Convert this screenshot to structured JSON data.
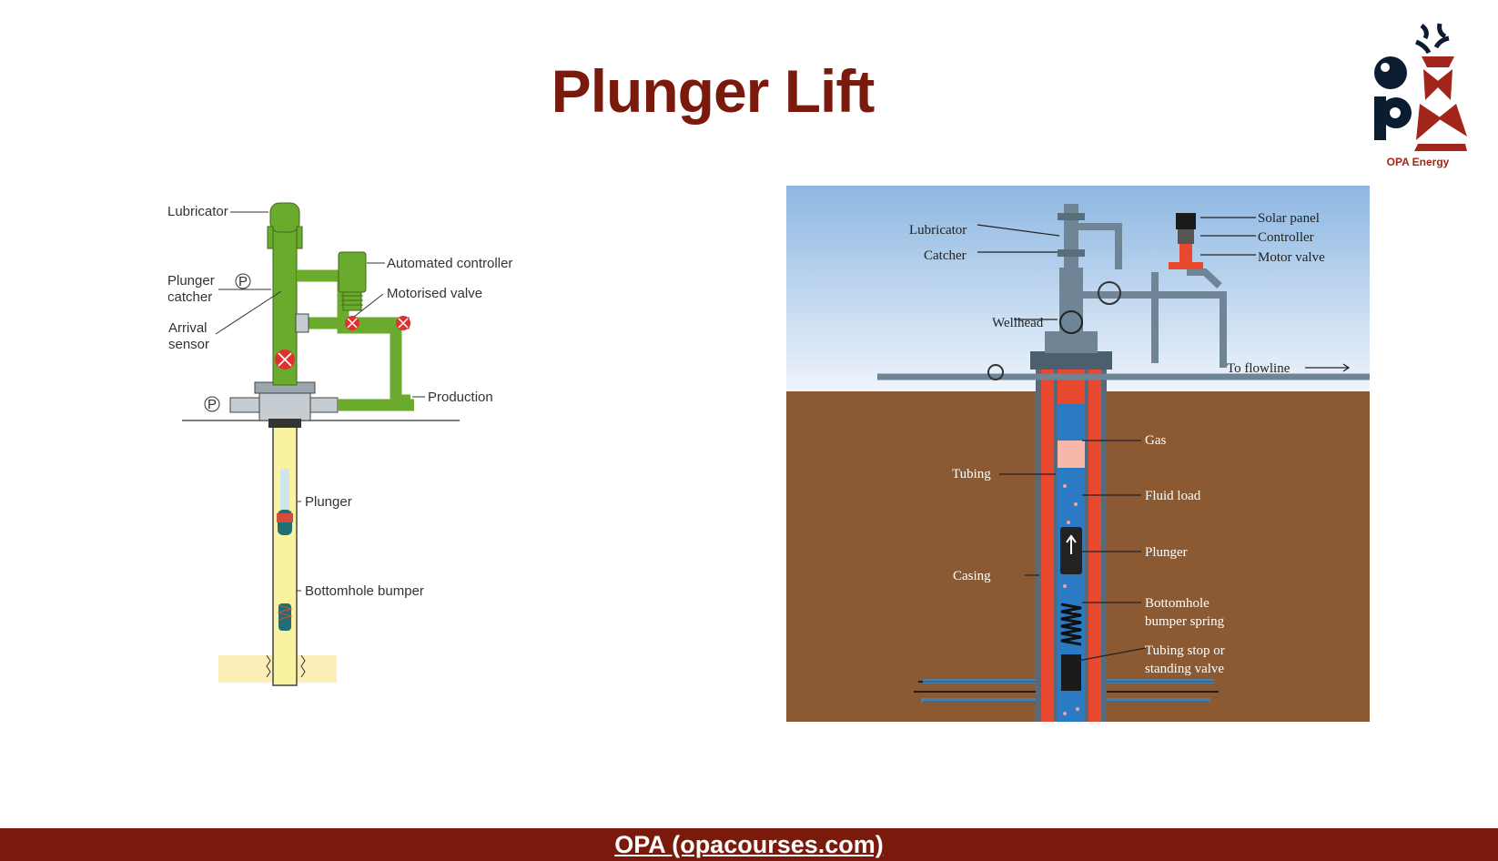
{
  "slide": {
    "title": "Plunger Lift",
    "footer_link": "OPA (opacourses.com)"
  },
  "logo": {
    "caption": "OPA Energy",
    "icon": "opa-energy-logo-icon",
    "colors": {
      "dark": "#0b1b30",
      "red": "#a3241a"
    }
  },
  "left_diagram": {
    "labels": {
      "lubricator": "Lubricator",
      "plunger_catcher_1": "Plunger",
      "plunger_catcher_2": "catcher",
      "arrival_sensor_1": "Arrival",
      "arrival_sensor_2": "sensor",
      "automated_controller": "Automated controller",
      "motorised_valve": "Motorised valve",
      "production": "Production",
      "plunger": "Plunger",
      "bottomhole_bumper": "Bottomhole bumper",
      "pressure_symbol": "P"
    },
    "colors": {
      "pipe": "#6aaa2c",
      "valve": "#e03131",
      "tubing": "#f7f3a0"
    }
  },
  "right_diagram": {
    "labels": {
      "lubricator": "Lubricator",
      "catcher": "Catcher",
      "wellhead": "Wellhead",
      "solar_panel": "Solar panel",
      "controller": "Controller",
      "motor_valve": "Motor valve",
      "to_flowline": "To flowline",
      "gas": "Gas",
      "tubing": "Tubing",
      "fluid_load": "Fluid load",
      "plunger": "Plunger",
      "casing": "Casing",
      "bumper_spring_1": "Bottomhole",
      "bumper_spring_2": "bumper spring",
      "tubing_stop_1": "Tubing stop or",
      "tubing_stop_2": "standing valve"
    },
    "colors": {
      "sky": "#9cc2e6",
      "ground": "#8b5a32",
      "casing": "#e8492e",
      "fluid": "#2a7bc4",
      "steel": "#6f8596"
    }
  }
}
